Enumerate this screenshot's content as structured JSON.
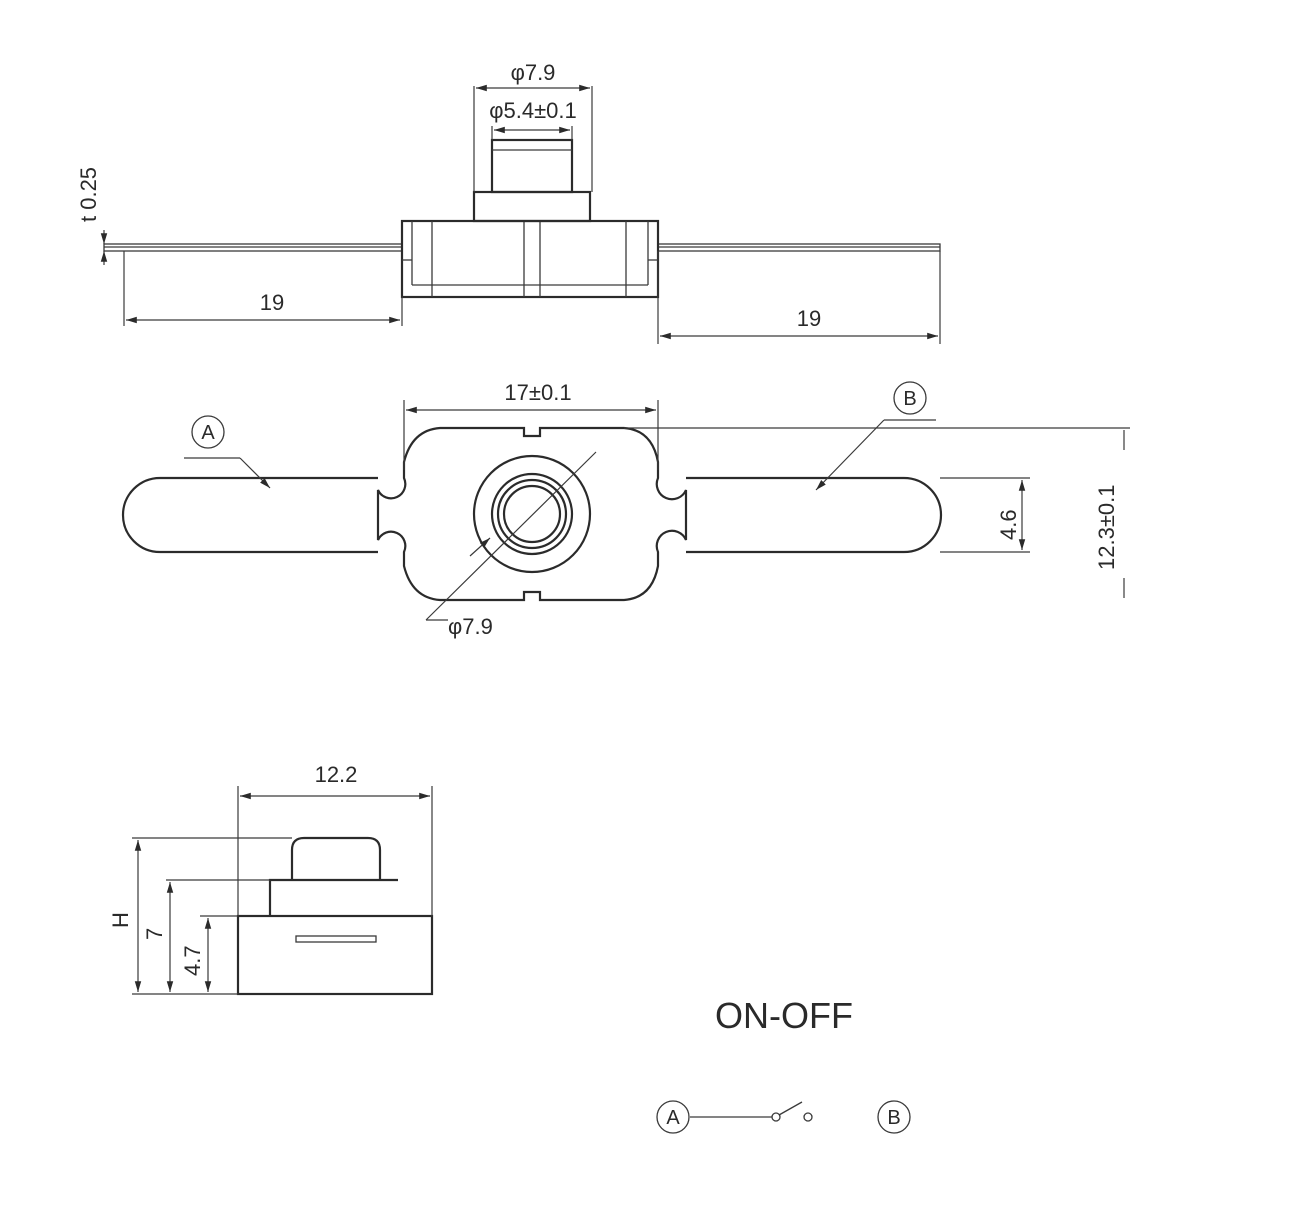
{
  "top_view": {
    "dim_outer_diameter": "φ7.9",
    "dim_inner_diameter": "φ5.4±0.1",
    "dim_thickness": "t 0.25",
    "dim_left_lead": "19",
    "dim_right_lead": "19"
  },
  "plan_view": {
    "label_a": "A",
    "label_b": "B",
    "dim_body_width": "17±0.1",
    "dim_lead_width": "4.6",
    "dim_body_height": "12.3±0.1",
    "dim_button_diameter": "φ7.9"
  },
  "side_view": {
    "dim_width": "12.2",
    "dim_total_height": "H",
    "dim_height_7": "7",
    "dim_height_47": "4.7"
  },
  "schematic": {
    "title": "ON-OFF",
    "terminal_a": "A",
    "terminal_b": "B"
  }
}
